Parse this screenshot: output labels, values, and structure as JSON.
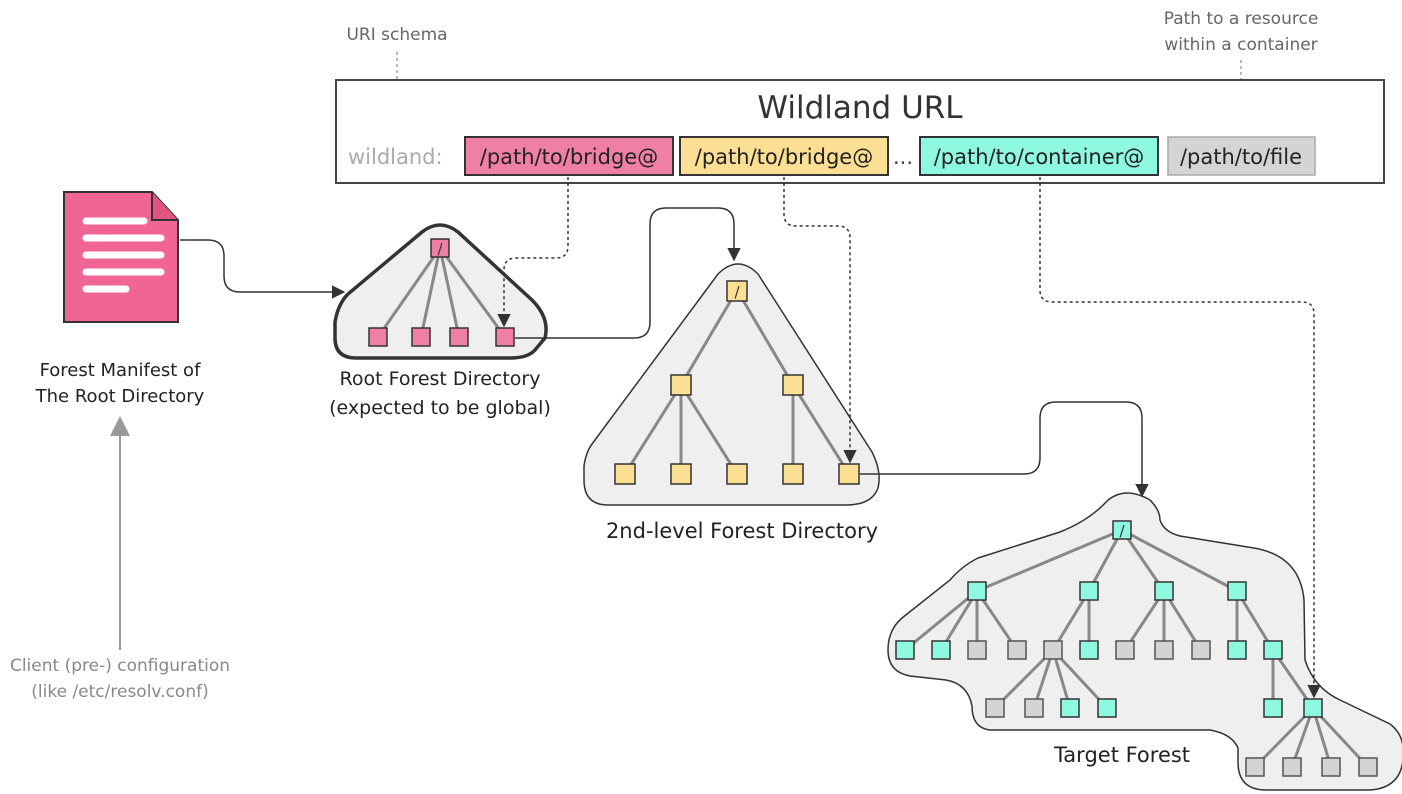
{
  "annotations": {
    "uri_schema": "URI schema",
    "path_resource_1": "Path to a resource",
    "path_resource_2": "within a container"
  },
  "url_box": {
    "title": "Wildland URL",
    "scheme": "wildland:",
    "seg_bridge_1": "/path/to/bridge@",
    "seg_bridge_2": "/path/to/bridge@",
    "ellipsis": "...",
    "seg_container": "/path/to/container@",
    "seg_file": "/path/to/file"
  },
  "manifest": {
    "label_1": "Forest Manifest of",
    "label_2": "The Root Directory"
  },
  "client_config": {
    "label_1": "Client (pre-) configuration",
    "label_2": "(like /etc/resolv.conf)"
  },
  "forests": {
    "root_label_1": "Root Forest Directory",
    "root_label_2": "(expected to be global)",
    "second_label": "2nd-level Forest Directory",
    "target_label": "Target Forest",
    "root_glyph": "/"
  },
  "colors": {
    "pink": "#f07fa6",
    "yellow": "#fddf94",
    "cyan": "#8ff8e0",
    "gray_node": "#d4d4d4",
    "forest_fill": "#efefef"
  }
}
